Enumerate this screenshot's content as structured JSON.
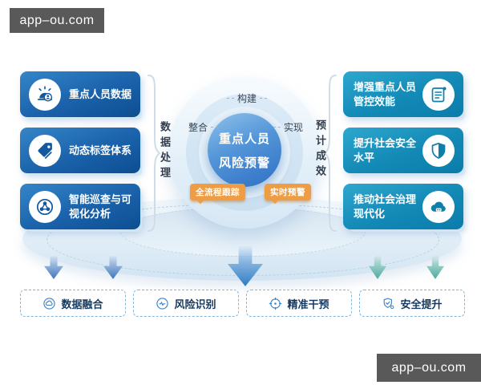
{
  "watermarks": {
    "top_left": "app–ou.com",
    "bottom_right": "app–ou.com"
  },
  "left_panel": {
    "group_label": "数据处理",
    "items": [
      {
        "label": "重点人员数据",
        "icon": "alarm-person-icon"
      },
      {
        "label": "动态标签体系",
        "icon": "tags-icon"
      },
      {
        "label": "智能巡查与可视化分析",
        "icon": "network-sphere-icon"
      }
    ]
  },
  "right_panel": {
    "group_label": "预计成效",
    "items": [
      {
        "label": "增强重点人员管控效能",
        "icon": "document-icon"
      },
      {
        "label": "提升社会安全水平",
        "icon": "shield-icon"
      },
      {
        "label": "推动社会治理现代化",
        "icon": "cloud-server-icon"
      }
    ]
  },
  "center_diagram": {
    "core_title_line1": "重点人员",
    "core_title_line2": "风险预警",
    "ring_label_top": "构建",
    "ring_label_left": "整合",
    "ring_label_right": "实现",
    "badge_left": "全流程跟踪",
    "badge_right": "实时预警"
  },
  "bottom_row": {
    "items": [
      {
        "label": "数据融合",
        "icon": "cloud-circle-icon"
      },
      {
        "label": "风险识别",
        "icon": "pulse-circle-icon"
      },
      {
        "label": "精准干预",
        "icon": "target-icon"
      },
      {
        "label": "安全提升",
        "icon": "shield-check-icon"
      }
    ]
  },
  "colors": {
    "left_box_gradient_top": "#3585c8",
    "left_box_gradient_bottom": "#0d4e91",
    "right_box_gradient_top": "#2ea8cf",
    "right_box_gradient_bottom": "#0b7cab",
    "core_circle_top": "#8fc2ec",
    "core_circle_bottom": "#2f6fc4",
    "badge_orange": "#ef9d45",
    "bottom_box_border": "#85b6da",
    "bottom_box_text": "#16395f",
    "arrow_blue": "#3f77bd",
    "arrow_teal": "#4faaa0",
    "watermark_gray": "#595959"
  }
}
